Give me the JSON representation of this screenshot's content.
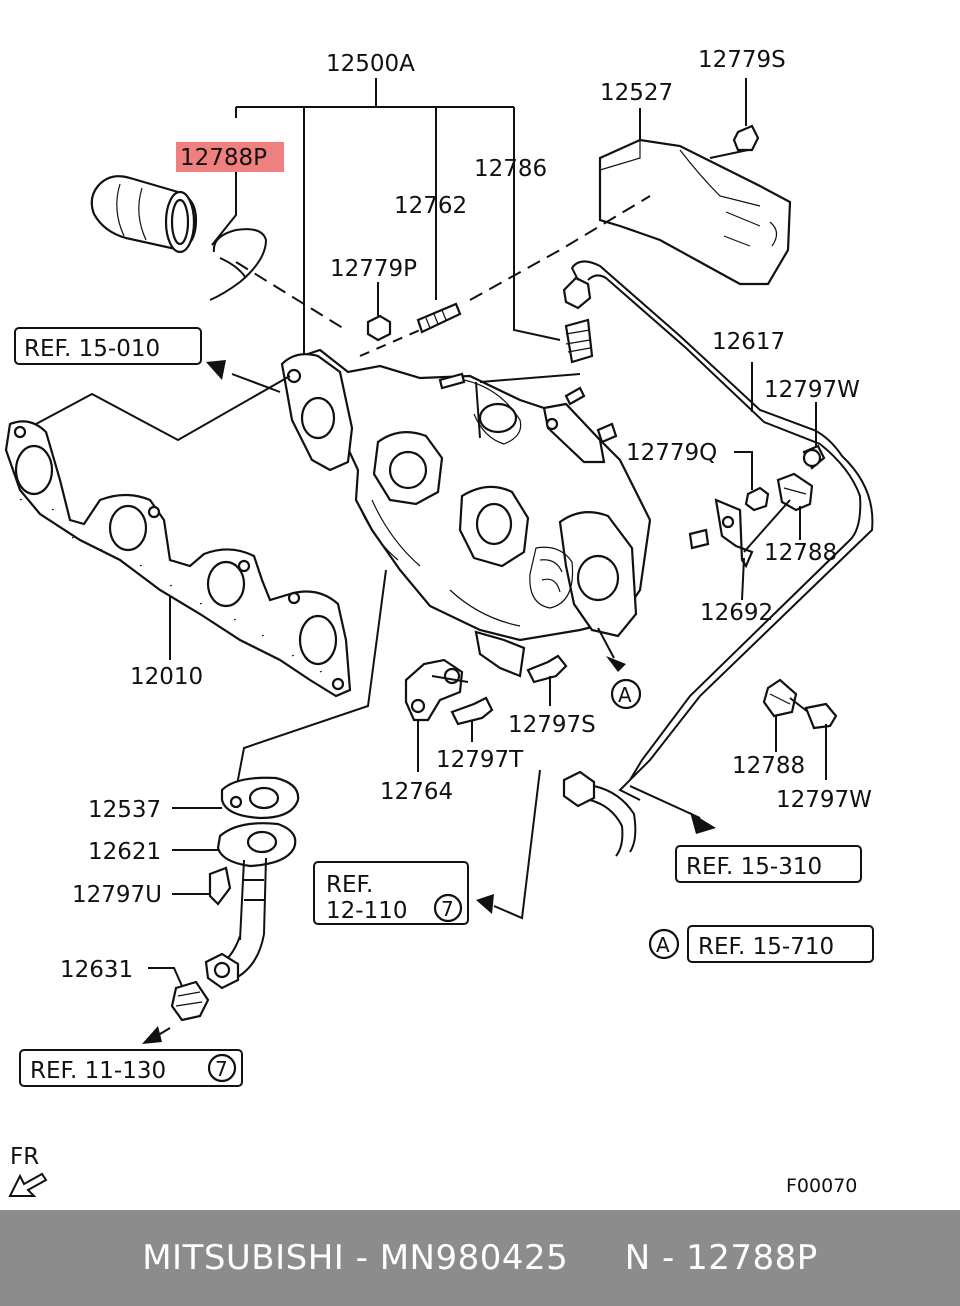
{
  "labels": {
    "assy": "12500A",
    "highlight": "12788P",
    "heat_protector": "12527",
    "nut_top": "12779S",
    "bracket_top": "12786",
    "stud": "12762",
    "nut_p": "12779P",
    "oil_pipe": "12617",
    "bolt_w": "12797W",
    "nut_q": "12779Q",
    "clamp_a": "12788",
    "bracket_12692": "12692",
    "gasket_manifold": "12010",
    "bolt_s": "12797S",
    "bolt_t": "12797T",
    "bracket_12764": "12764",
    "clamp_b": "12788",
    "bolt_w2": "12797W",
    "gasket_12537": "12537",
    "gasket_12621": "12621",
    "bolt_u": "12797U",
    "fitting_12631": "12631",
    "fig_code": "F00070",
    "fr": "FR",
    "marker_a": "A",
    "marker_a2": "A"
  },
  "refs": {
    "r15_010": "REF. 15-010",
    "r15_310": "REF. 15-310",
    "r15_710": "REF. 15-710",
    "r12_110_a": "REF.",
    "r12_110_b": "12-110",
    "r11_130": "REF. 11-130",
    "circ7": "7",
    "circ7b": "7"
  },
  "footer": {
    "text": "MITSUBISHI - MN980425     N - 12788P"
  },
  "colors": {
    "highlight": "#f08080",
    "footer_bg": "#8c8c8c"
  }
}
